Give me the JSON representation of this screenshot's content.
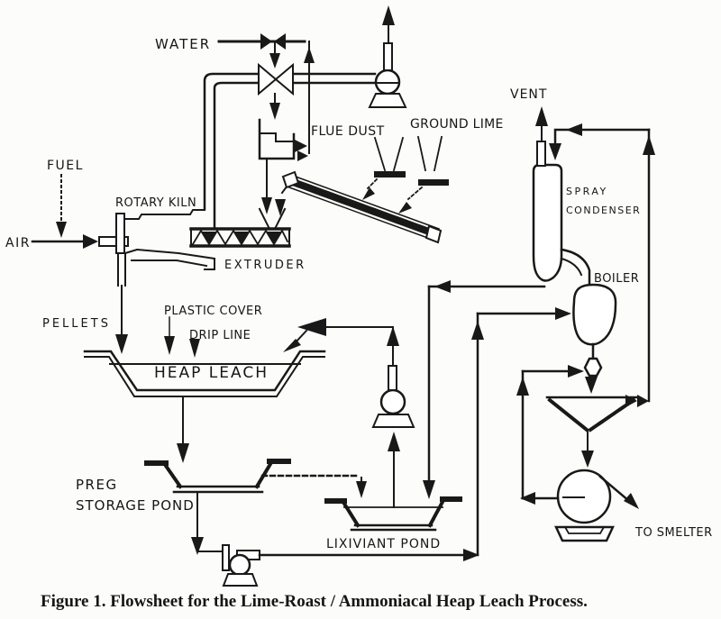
{
  "figure": {
    "caption": "Figure 1.  Flowsheet for the Lime-Roast / Ammoniacal Heap Leach Process.",
    "colors": {
      "ink": "#191919",
      "paper": "#fcfcfa"
    },
    "labels": {
      "water": "WATER",
      "fuel": "FUEL",
      "air": "AIR",
      "rotary_kiln": "ROTARY KILN",
      "flue_dust": "FLUE DUST",
      "ground_lime": "GROUND LIME",
      "vent": "VENT",
      "spray_line1": "SPRAY",
      "spray_line2": "CONDENSER",
      "boiler": "BOILER",
      "extruder": "EXTRUDER",
      "pellets": "PELLETS",
      "plastic_cover": "PLASTIC COVER",
      "drip_line": "DRIP LINE",
      "heap_leach": "HEAP LEACH",
      "preg_line1": "PREG",
      "preg_line2": "STORAGE POND",
      "lixiviant_pond": "LIXIVIANT POND",
      "to_smelter": "TO SMELTER"
    }
  }
}
